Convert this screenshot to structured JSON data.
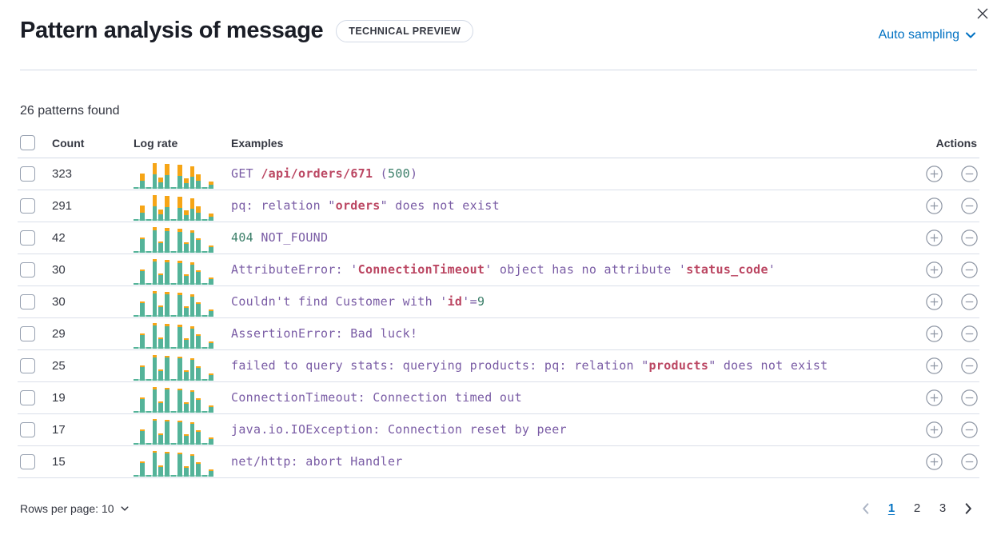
{
  "flyout": {
    "title": "Pattern analysis of message",
    "badge": "TECHNICAL PREVIEW",
    "sampling_label": "Auto sampling",
    "patterns_found": "26 patterns found"
  },
  "table": {
    "headers": {
      "count": "Count",
      "log_rate": "Log rate",
      "examples": "Examples",
      "actions": "Actions"
    },
    "spark_shape": [
      0.07,
      0.55,
      0.07,
      0.95,
      0.4,
      0.9,
      0.07,
      0.88,
      0.38,
      0.82,
      0.52,
      0.07,
      0.26
    ],
    "rows": [
      {
        "count": "323",
        "orange_fraction": 0.45,
        "example": [
          {
            "t": "GET",
            "c": "p"
          },
          {
            "t": " ",
            "c": "d"
          },
          {
            "t": "/api/orders/671",
            "c": "r"
          },
          {
            "t": " ",
            "c": "d"
          },
          {
            "t": "(",
            "c": "p"
          },
          {
            "t": "500",
            "c": "g"
          },
          {
            "t": ")",
            "c": "p"
          }
        ]
      },
      {
        "count": "291",
        "orange_fraction": 0.45,
        "example": [
          {
            "t": "pq: relation \"",
            "c": "p"
          },
          {
            "t": "orders",
            "c": "r"
          },
          {
            "t": "\" does not exist",
            "c": "p"
          }
        ]
      },
      {
        "count": "42",
        "orange_fraction": 0.12,
        "example": [
          {
            "t": "404",
            "c": "g"
          },
          {
            "t": " NOT_FOUND",
            "c": "p"
          }
        ]
      },
      {
        "count": "30",
        "orange_fraction": 0.1,
        "example": [
          {
            "t": "AttributeError: '",
            "c": "p"
          },
          {
            "t": "ConnectionTimeout",
            "c": "r"
          },
          {
            "t": "' object has no attribute '",
            "c": "p"
          },
          {
            "t": "status_code",
            "c": "r"
          },
          {
            "t": "'",
            "c": "p"
          }
        ]
      },
      {
        "count": "30",
        "orange_fraction": 0.1,
        "example": [
          {
            "t": "Couldn't find Customer with '",
            "c": "p"
          },
          {
            "t": "id",
            "c": "r"
          },
          {
            "t": "'=",
            "c": "p"
          },
          {
            "t": "9",
            "c": "g"
          }
        ]
      },
      {
        "count": "29",
        "orange_fraction": 0.09,
        "example": [
          {
            "t": "AssertionError: Bad luck!",
            "c": "p"
          }
        ]
      },
      {
        "count": "25",
        "orange_fraction": 0.08,
        "example": [
          {
            "t": "failed to query stats: querying products: pq: relation \"",
            "c": "p"
          },
          {
            "t": "products",
            "c": "r"
          },
          {
            "t": "\" does not exist",
            "c": "p"
          }
        ]
      },
      {
        "count": "19",
        "orange_fraction": 0.08,
        "example": [
          {
            "t": "ConnectionTimeout: Connection timed out",
            "c": "p"
          }
        ]
      },
      {
        "count": "17",
        "orange_fraction": 0.07,
        "example": [
          {
            "t": "java.io.IOException: Connection reset by peer",
            "c": "p"
          }
        ]
      },
      {
        "count": "15",
        "orange_fraction": 0.07,
        "example": [
          {
            "t": "net/http: abort Handler",
            "c": "p"
          }
        ]
      }
    ]
  },
  "footer": {
    "rows_per_page": "Rows per page: 10",
    "pagination": {
      "pages": [
        "1",
        "2",
        "3"
      ],
      "active": "1"
    }
  },
  "colors": {
    "link_blue": "#0071c2",
    "token_purple": "#7a5ca5",
    "token_red": "#bb4662",
    "token_green": "#3a7e68",
    "spark_teal": "#54b399",
    "spark_orange": "#f6a516",
    "spark_baseline": "#a8dccb",
    "icon_gray": "#8e96a4"
  }
}
